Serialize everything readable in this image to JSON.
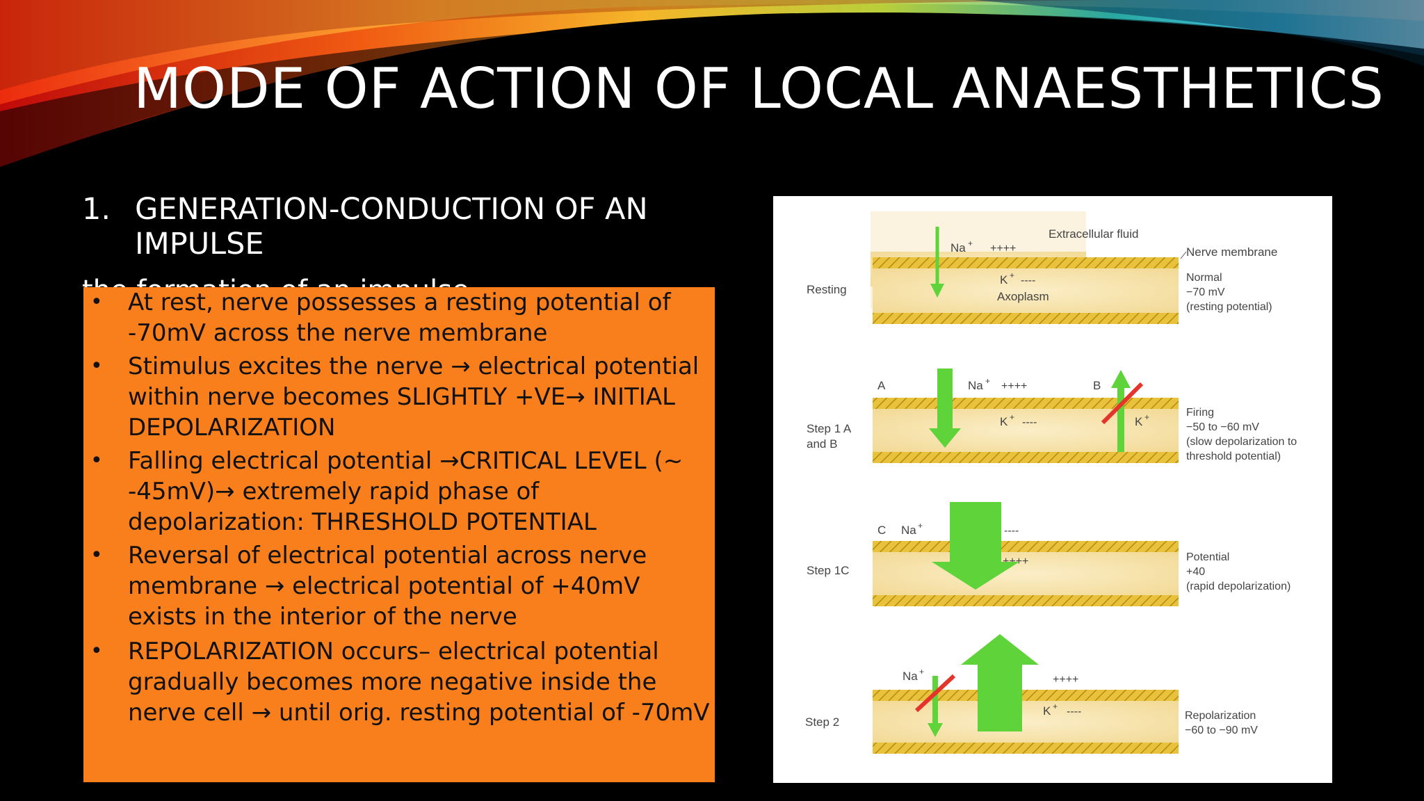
{
  "slide": {
    "title": "MODE OF ACTION OF  LOCAL ANAESTHETICS",
    "heading_number": "1.",
    "heading_text": "GENERATION-CONDUCTION OF AN IMPULSE",
    "obscured_text": "the formation of an impulse",
    "bullets": [
      "At rest, nerve possesses a resting potential of -70mV across the nerve membrane",
      "Stimulus excites the nerve → electrical potential within nerve becomes SLIGHTLY       +VE→ INITIAL DEPOLARIZATION",
      "Falling electrical potential →CRITICAL LEVEL (~ -45mV)→ extremely rapid phase of depolarization: THRESHOLD POTENTIAL",
      "Reversal of electrical potential across nerve membrane → electrical potential of +40mV exists in the interior of the nerve",
      "REPOLARIZATION occurs– electrical potential gradually becomes more negative inside the nerve cell → until orig. resting potential of -70mV"
    ],
    "bullet_symbol": "•"
  },
  "figure": {
    "extracellular": "Extracellular fluid",
    "nerve_membrane": "Nerve membrane",
    "axoplasm": "Axoplasm",
    "na": "Na",
    "k": "K",
    "plus": "+",
    "plus4": "++++",
    "minus4": "----",
    "marker_a": "A",
    "marker_b": "B",
    "marker_c": "C",
    "stages": [
      {
        "label": "Resting",
        "desc": [
          "Normal",
          "−70 mV",
          "(resting potential)"
        ]
      },
      {
        "label": "Step 1 A and B",
        "label_lines": [
          "Step 1 A",
          "and B"
        ],
        "desc": [
          "Firing",
          "−50 to −60 mV",
          "(slow depolarization to",
          "threshold potential)"
        ]
      },
      {
        "label": "Step 1C",
        "desc": [
          "Potential",
          "+40",
          "(rapid depolarization)"
        ]
      },
      {
        "label": "Step 2",
        "desc": [
          "Repolarization",
          "−60 to −90 mV"
        ]
      }
    ],
    "colors": {
      "membrane": "#e8c23a",
      "axoplasm": "#f9e7b4",
      "arrow": "#5fd33a",
      "block": "#e3352b"
    }
  }
}
